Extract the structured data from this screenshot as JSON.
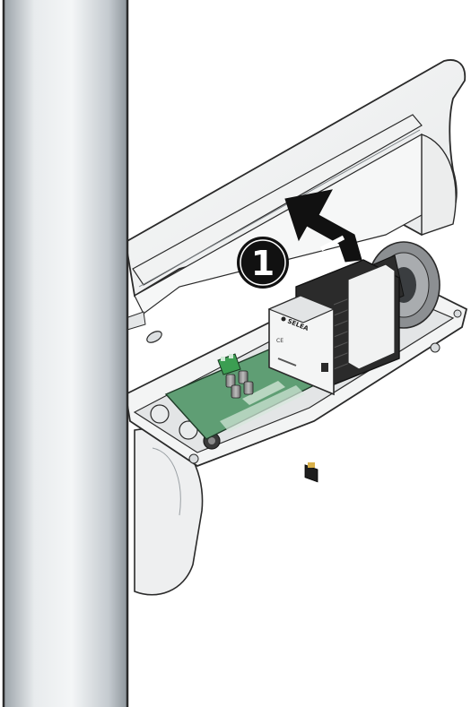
{
  "step": {
    "number": "1"
  },
  "module": {
    "brand": "SELEA",
    "ce_mark": "CE"
  },
  "colors": {
    "pole_light": "#e9ecee",
    "pole_mid": "#c9cfd3",
    "pole_dark": "#8f979d",
    "housing": "#f4f5f5",
    "housing_stroke": "#2a2a2a",
    "pcb": "#5f9e74",
    "pcb_dark": "#3f7a55",
    "heatsink": "#2b2b2b",
    "arrow": "#111111"
  },
  "icons": {
    "step_badge": "step-number-badge-icon",
    "direction": "lift-arrow-icon"
  }
}
